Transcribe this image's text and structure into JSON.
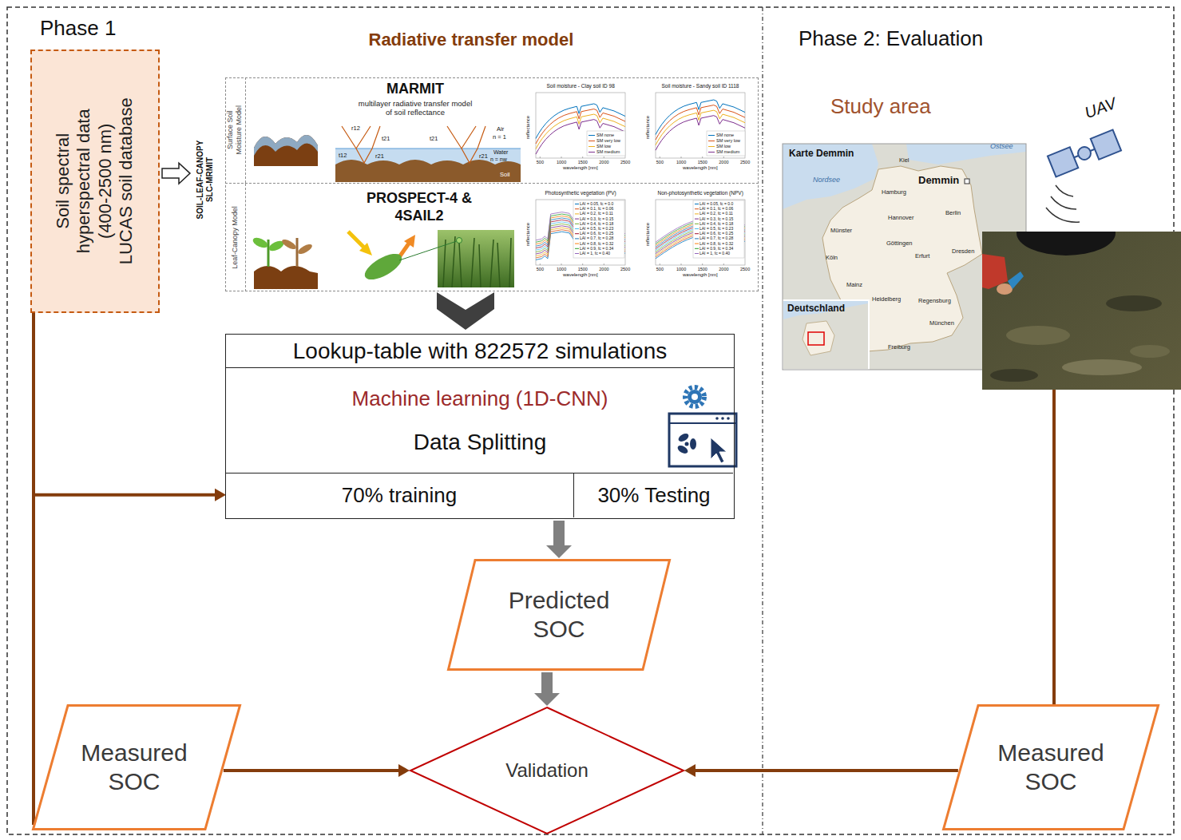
{
  "diagram": {
    "nodes": [
      {
        "text": [
          "Soil spectral hyperspectral data (400-2500 nm) LUCAS soil database"
        ]
      },
      {
        "text": [
          "SOIL-LEAF-CANOPY SLC-MRMIT"
        ]
      },
      {
        "text": [
          "Surface Soil Moisture Model",
          "MARMIT",
          "multilayer radiative transfer model of soil reflectance"
        ],
        "in": 1
      },
      {
        "text": [
          "Leaf-Canopy Model",
          "PROSPECT-4 & 4SAIL2"
        ],
        "in": 1
      },
      {
        "text": [
          "Lookup-table with 822572 simulations",
          "Machine learning (1D-CNN)",
          "Data Splitting"
        ]
      },
      {
        "text": [
          "70% training"
        ],
        "in": 4
      },
      {
        "text": [
          "30% Testing"
        ],
        "in": 4
      },
      {
        "text": [
          "Predicted SOC"
        ]
      },
      {
        "text": [
          "Measured SOC"
        ]
      },
      {
        "text": [
          "Validation"
        ]
      },
      {
        "text": [
          "Measured SOC"
        ]
      }
    ],
    "edges": [
      {
        "from": 0,
        "to": 1,
        "arrow": "to"
      },
      {
        "from": 1,
        "to": 4,
        "arrow": "to"
      },
      {
        "from": 0,
        "to": 5,
        "arrow": "to"
      },
      {
        "from": 0,
        "to": 8,
        "arrow": "none"
      },
      {
        "from": 4,
        "to": 7,
        "arrow": "to"
      },
      {
        "from": 7,
        "to": 9,
        "arrow": "to"
      },
      {
        "from": 8,
        "to": 9,
        "arrow": "to"
      },
      {
        "from": 10,
        "to": 9,
        "arrow": "to"
      }
    ],
    "labels": [
      "Phase 1",
      "Radiative transfer model",
      "Phase 2: Evaluation",
      "Study area",
      "UAV",
      "r12",
      "t12",
      "t21",
      "r21",
      "t21",
      "r21",
      "Air",
      "n = 1",
      "Water",
      "n = nw",
      "Soil",
      "Soil moisture - Clay soil ID 98",
      "reflectance",
      "wavelength [nm]",
      "500",
      "1000",
      "1500",
      "2000",
      "2500",
      "SM none",
      "SM very low",
      "SM low",
      "SM medium",
      "Soil moisture - Sandy soil ID 1118",
      "reflectance",
      "wavelength [nm]",
      "500",
      "1000",
      "1500",
      "2000",
      "2500",
      "SM none",
      "SM very low",
      "SM low",
      "SM medium",
      "Photosynthetic vegetation (PV)",
      "reflectance",
      "wavelength [nm]",
      "500",
      "1000",
      "1500",
      "2000",
      "2500",
      "LAI = 0.05, fc = 0.0",
      "LAI = 0.1, fc = 0.06",
      "LAI = 0.2, fc = 0.11",
      "LAI = 0.3, fc = 0.15",
      "LAI = 0.4, fc = 0.18",
      "LAI = 0.5, fc = 0.23",
      "LAI = 0.6, fc = 0.25",
      "LAI = 0.7, fc = 0.28",
      "LAI = 0.8, fc = 0.32",
      "LAI = 0.9, fc = 0.34",
      "LAI = 1, fc = 0.40",
      "Non-photosynthetic vegetation (NPV)",
      "reflectance",
      "wavelength [nm]",
      "500",
      "1000",
      "1500",
      "2000",
      "2500",
      "LAI = 0.05, fc = 0.0",
      "LAI = 0.1, fc = 0.06",
      "LAI = 0.2, fc = 0.11",
      "LAI = 0.3, fc = 0.15",
      "LAI = 0.4, fc = 0.18",
      "LAI = 0.5, fc = 0.23",
      "LAI = 0.6, fc = 0.25",
      "LAI = 0.7, fc = 0.28",
      "LAI = 0.8, fc = 0.32",
      "LAI = 0.9, fc = 0.34",
      "LAI = 1, fc = 0.40",
      "Karte Demmin",
      "Nordsee",
      "Ostsee",
      "Demmin",
      "Deutschland",
      "Kiel",
      "Hamburg",
      "Hannover",
      "Berlin",
      "Münster",
      "Göttingen",
      "Erfurt",
      "Dresden",
      "Köln",
      "Mainz",
      "Heidelberg",
      "Regensburg",
      "München",
      "Freiburg"
    ]
  }
}
